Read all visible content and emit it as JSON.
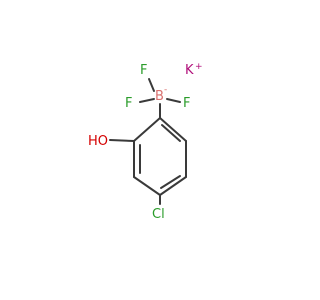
{
  "molecule": {
    "atoms": {
      "potassium": "K",
      "potassium_charge": "+",
      "boron": "B",
      "boron_charge": "-",
      "fluorine_top": "F",
      "fluorine_left": "F",
      "fluorine_right": "F",
      "hydroxyl": "HO",
      "chlorine": "Cl"
    },
    "colors": {
      "bond": "#3a3a3a",
      "potassium": "#b0107a",
      "boron": "#d9706e",
      "fluorine": "#2a9c2a",
      "oxygen": "#d40000",
      "chlorine": "#2a9c2a"
    }
  }
}
